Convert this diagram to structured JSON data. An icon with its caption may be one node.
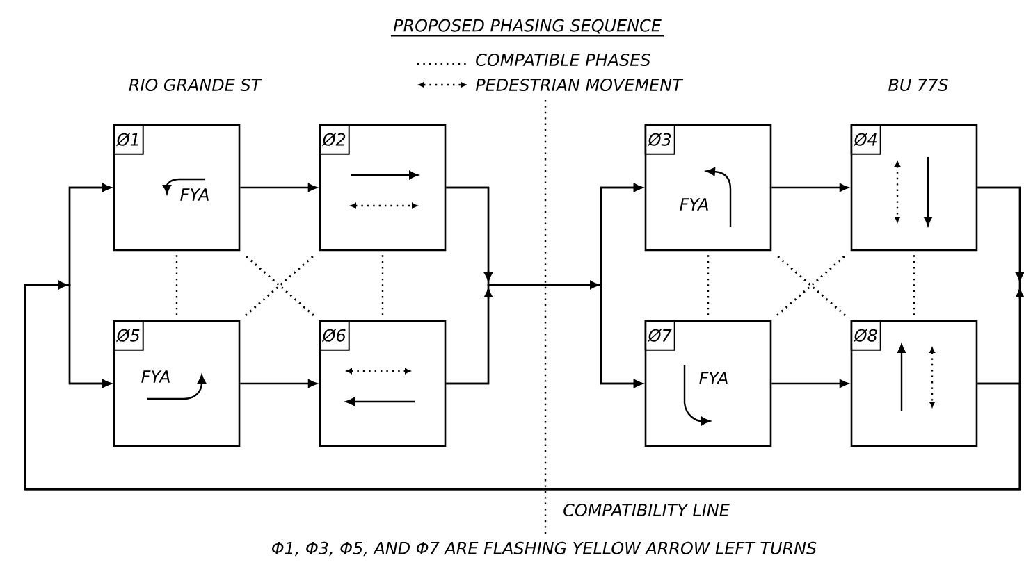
{
  "diagram": {
    "title": "PROPOSED PHASING SEQUENCE",
    "caption": "Φ1, Φ3, Φ5, AND Φ7 ARE FLASHING YELLOW ARROW LEFT TURNS",
    "nodes": [
      {
        "text": [
          "Ø1",
          "FYA"
        ]
      },
      {
        "text": [
          "Ø2"
        ]
      },
      {
        "text": [
          "Ø3",
          "FYA"
        ]
      },
      {
        "text": [
          "Ø4"
        ]
      },
      {
        "text": [
          "Ø5",
          "FYA"
        ]
      },
      {
        "text": [
          "Ø6"
        ]
      },
      {
        "text": [
          "Ø7",
          "FYA"
        ]
      },
      {
        "text": [
          "Ø8"
        ]
      }
    ],
    "edges": [
      {
        "from": 0,
        "to": 1,
        "arrow": "to"
      },
      {
        "from": 4,
        "to": 5,
        "arrow": "to"
      },
      {
        "from": 1,
        "to": 2,
        "arrow": "to"
      },
      {
        "from": 1,
        "to": 6,
        "arrow": "to"
      },
      {
        "from": 5,
        "to": 2,
        "arrow": "to"
      },
      {
        "from": 5,
        "to": 6,
        "arrow": "to"
      },
      {
        "from": 2,
        "to": 3,
        "arrow": "to"
      },
      {
        "from": 6,
        "to": 7,
        "arrow": "to"
      },
      {
        "from": 3,
        "to": 0,
        "arrow": "to"
      },
      {
        "from": 3,
        "to": 4,
        "arrow": "to"
      },
      {
        "from": 7,
        "to": 0,
        "arrow": "to"
      },
      {
        "from": 7,
        "to": 4,
        "arrow": "to"
      },
      {
        "from": 0,
        "to": 4,
        "arrow": "none",
        "style": "dashed"
      },
      {
        "from": 1,
        "to": 5,
        "arrow": "none",
        "style": "dashed"
      },
      {
        "from": 0,
        "to": 5,
        "arrow": "none",
        "style": "dashed"
      },
      {
        "from": 1,
        "to": 4,
        "arrow": "none",
        "style": "dashed"
      },
      {
        "from": 2,
        "to": 6,
        "arrow": "none",
        "style": "dashed"
      },
      {
        "from": 3,
        "to": 7,
        "arrow": "none",
        "style": "dashed"
      },
      {
        "from": 2,
        "to": 7,
        "arrow": "none",
        "style": "dashed"
      },
      {
        "from": 3,
        "to": 6,
        "arrow": "none",
        "style": "dashed"
      }
    ],
    "labels": [
      "RIO GRANDE ST",
      "BU 77S",
      "COMPATIBILITY LINE"
    ],
    "legend": [
      {
        "text": "COMPATIBLE PHASES"
      },
      {
        "text": "PEDESTRIAN MOVEMENT"
      }
    ]
  }
}
